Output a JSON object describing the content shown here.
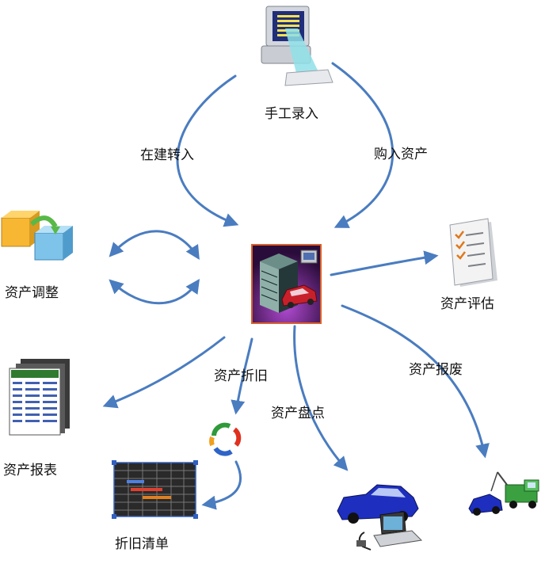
{
  "labels": {
    "manual_entry": "手工录入",
    "construction_transfer": "在建转入",
    "purchase_assets": "购入资产",
    "asset_adjustment": "资产调整",
    "asset_evaluation": "资产评估",
    "asset_depreciation": "资产折旧",
    "asset_scrap": "资产报废",
    "asset_inventory": "资产盘点",
    "asset_report": "资产报表",
    "depreciation_list": "折旧清单"
  },
  "colors": {
    "arrow": "#4a7cc0",
    "card_border": "#d9602c",
    "card_bg": "#2a0c3a"
  },
  "icons": [
    "computer-terminal-icon",
    "building-car-icon",
    "blocks-transfer-icon",
    "checklist-icon",
    "report-sheets-icon",
    "cycle-icon",
    "spreadsheet-icon",
    "car-laptop-icon",
    "tow-truck-icon"
  ]
}
